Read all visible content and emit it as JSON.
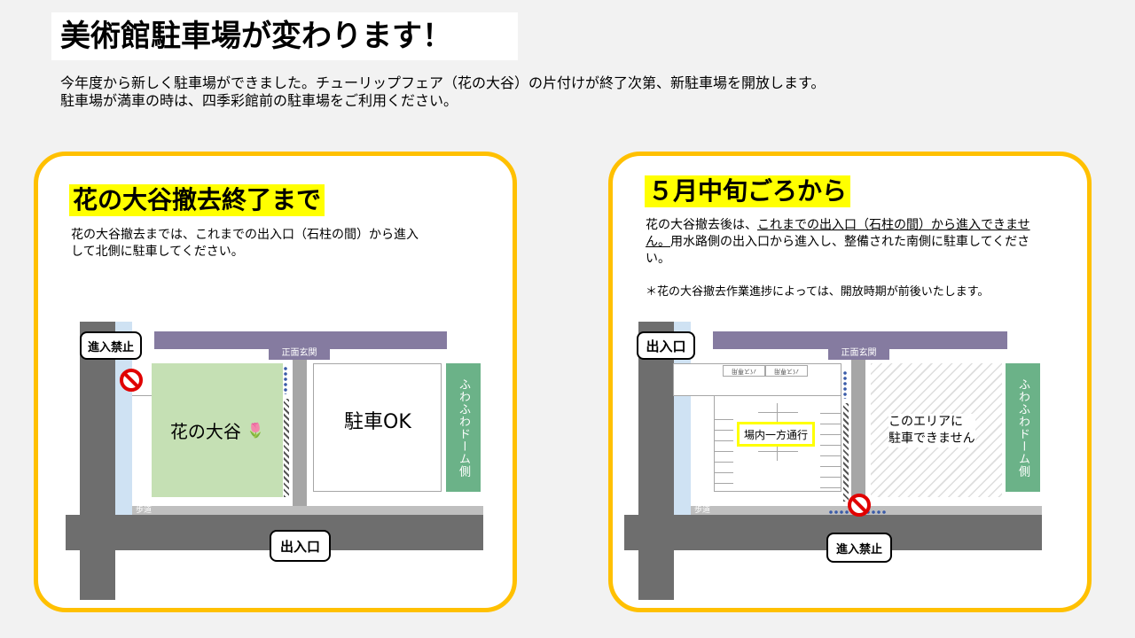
{
  "title": "美術館駐車場が変わります！",
  "intro": [
    "今年度から新しく駐車場ができました。チューリップフェア（花の大谷）の片付けが終了次第、新駐車場を開放します。",
    "駐車場が満車の時は、四季彩館前の駐車場をご利用ください。"
  ],
  "left": {
    "heading": "花の大谷撤去終了まで",
    "body": [
      "花の大谷撤去までは、これまでの出入口（石柱の間）から進入",
      "して北側に駐車してください。"
    ],
    "map": {
      "no_entry": "進入禁止",
      "entrance": "正面玄関",
      "garden": "花の大谷",
      "tulip": "🌷",
      "parking_ok": "駐車OK",
      "dome": "ふわふわドーム側",
      "sidewalk": "歩道",
      "gate": "出入口"
    }
  },
  "right": {
    "heading": "５月中旬ごろから",
    "body_underlined": "これまでの出入口（石柱の間）から進入できません。",
    "body_prefix": "花の大谷撤去後は、",
    "body_suffix": "用水路側の出入口から進入し、整備された南側に駐車してください。",
    "note": "＊花の大谷撤去作業進捗によっては、開放時期が前後いたします。",
    "map": {
      "gate": "出入口",
      "entrance": "正面玄関",
      "bus": "バス専用",
      "one_way": "場内一方通行",
      "no_parking": [
        "このエリアに",
        "駐車できません"
      ],
      "dome": "ふわふわドーム側",
      "sidewalk": "歩道",
      "no_entry": "進入禁止"
    }
  },
  "colors": {
    "card_border": "#ffc000",
    "highlight": "#ffff00",
    "arrow": "#ff0000",
    "chevron": "#ff0000"
  }
}
